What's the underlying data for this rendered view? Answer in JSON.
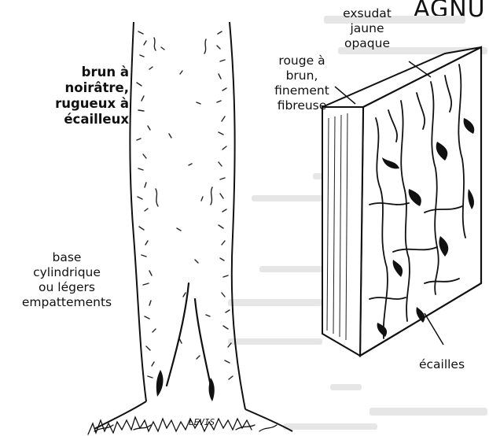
{
  "title_fragment": "AGNU",
  "labels": {
    "bark_color": [
      "brun à",
      "noirâtre,",
      "rugueux à",
      "écailleux"
    ],
    "base": [
      "base",
      "cylindrique",
      "ou légers",
      "empattements"
    ],
    "inner_bark": [
      "rouge à",
      "brun,",
      "finement",
      "fibreuse"
    ],
    "exudate": [
      "exsudat",
      "jaune",
      "opaque"
    ],
    "scales": "écailles"
  },
  "signature": "LEVIS"
}
